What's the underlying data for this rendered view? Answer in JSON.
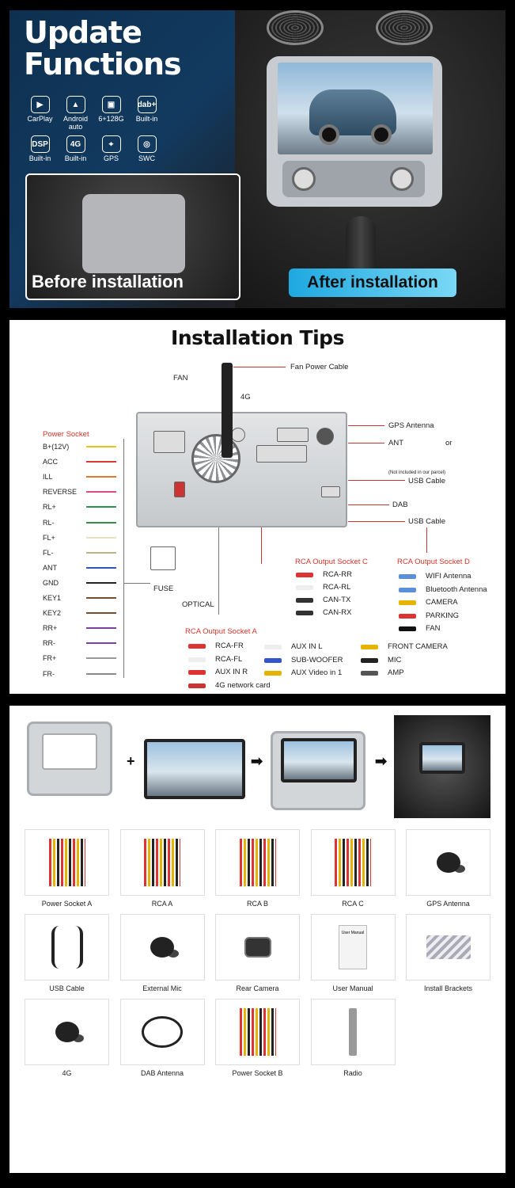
{
  "hero": {
    "title_line1": "Update",
    "title_line2": "Functions",
    "features": [
      {
        "icon": "carplay-icon",
        "glyph": "▶",
        "label": "CarPlay"
      },
      {
        "icon": "android-auto-icon",
        "glyph": "▲",
        "label": "Android auto"
      },
      {
        "icon": "memory-chip-icon",
        "glyph": "▣",
        "label": "6+128G"
      },
      {
        "icon": "dab-icon",
        "glyph": "dab+",
        "label": "Built-in"
      },
      {
        "icon": "dsp-icon",
        "glyph": "DSP",
        "label": "Built-in"
      },
      {
        "icon": "4g-icon",
        "glyph": "4G",
        "label": "Built-in"
      },
      {
        "icon": "gps-icon",
        "glyph": "⌖",
        "label": "GPS"
      },
      {
        "icon": "steering-wheel-icon",
        "glyph": "◎",
        "label": "SWC"
      }
    ],
    "before_label": "Before installation",
    "after_label": "After installation"
  },
  "install": {
    "title": "Installation Tips",
    "fan": "FAN",
    "fan_power_cable": "Fan Power Cable",
    "fourg": "4G",
    "gps_antenna": "GPS Antenna",
    "ant": "ANT",
    "or": "or",
    "not_included": "(Not included in our parcel)",
    "usb_cable_1": "USB Cable",
    "dab": "DAB",
    "usb_cable_2": "USB Cable",
    "power_socket": "Power Socket",
    "wires": [
      {
        "label": "B+(12V)",
        "color": "#e8c21b"
      },
      {
        "label": "ACC",
        "color": "#d93b2e"
      },
      {
        "label": "ILL",
        "color": "#e2762a"
      },
      {
        "label": "REVERSE",
        "color": "#e0497a"
      },
      {
        "label": "RL+",
        "color": "#2f8f4e"
      },
      {
        "label": "RL-",
        "color": "#2f8f4e"
      },
      {
        "label": "FL+",
        "color": "#e8e0c0"
      },
      {
        "label": "FL-",
        "color": "#b9b48c"
      },
      {
        "label": "ANT",
        "color": "#2d55b8"
      },
      {
        "label": "GND",
        "color": "#222222"
      },
      {
        "label": "KEY1",
        "color": "#7a4a2a"
      },
      {
        "label": "KEY2",
        "color": "#7a4a2a"
      },
      {
        "label": "RR+",
        "color": "#7b3fa0"
      },
      {
        "label": "RR-",
        "color": "#7b3fa0"
      },
      {
        "label": "FR+",
        "color": "#999999"
      },
      {
        "label": "FR-",
        "color": "#888888"
      }
    ],
    "fuse": "FUSE",
    "optical": "OPTICAL",
    "rca_c_title": "RCA Output Socket C",
    "rca_c_items": [
      "RCA-RR",
      "RCA-RL",
      "CAN-TX",
      "CAN-RX"
    ],
    "rca_d_title": "RCA Output Socket D",
    "rca_d_items": [
      "WIFI Antenna",
      "Bluetooth Antenna",
      "CAMERA",
      "PARKING",
      "FAN"
    ],
    "rca_a_title": "RCA Output Socket A",
    "rca_a_items": [
      "RCA-FR",
      "RCA-FL",
      "AUX IN R",
      "4G network card"
    ],
    "aux_items": [
      "AUX IN L",
      "SUB-WOOFER",
      "AUX Video in 1"
    ],
    "cam_items": [
      "FRONT CAMERA",
      "MIC",
      "AMP"
    ]
  },
  "package": {
    "plus": "+",
    "arrow": "➡",
    "accessories": [
      "Power Socket A",
      "RCA  A",
      "RCA  B",
      "RCA  C",
      "GPS Antenna",
      "USB Cable",
      "External Mic",
      "Rear Camera",
      "User Manual",
      "Install Brackets",
      "4G",
      "DAB Antenna",
      "Power Socket B",
      "Radio"
    ],
    "manual_text": "User Manual"
  }
}
